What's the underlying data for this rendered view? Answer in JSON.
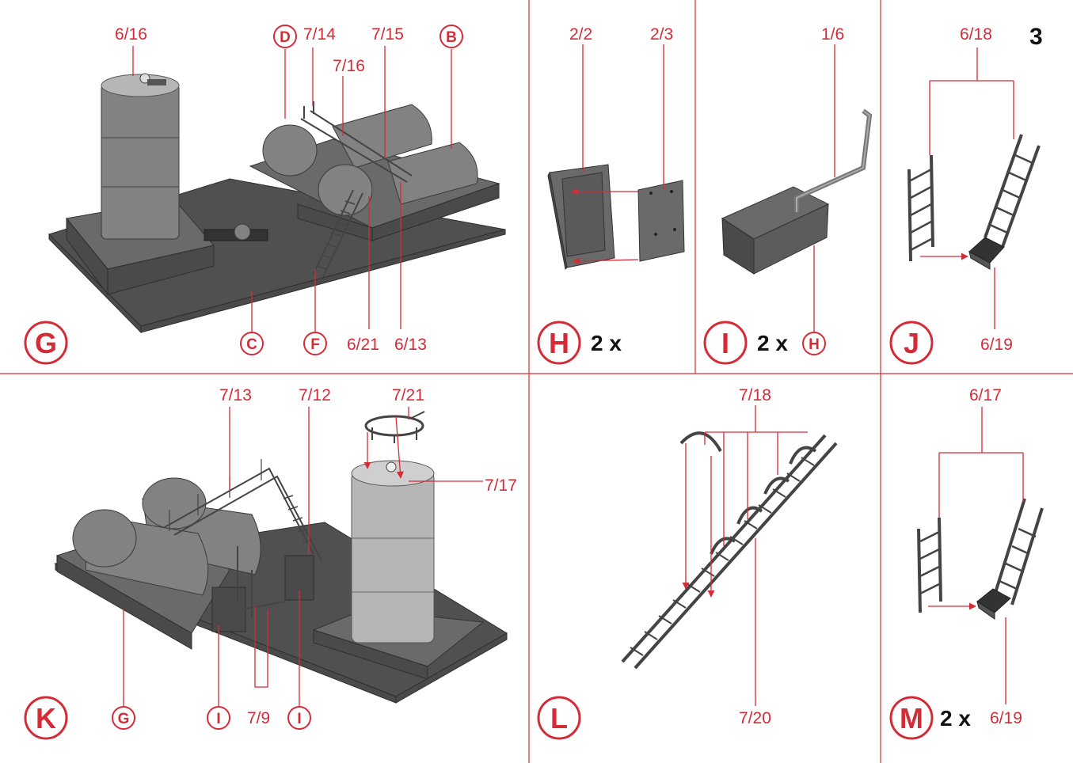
{
  "page_number": "3",
  "steps": {
    "G": {
      "letter": "G",
      "parts": [
        "6/16",
        "7/14",
        "7/15",
        "7/16",
        "6/21",
        "6/13"
      ],
      "refs": [
        "D",
        "B",
        "C",
        "F"
      ]
    },
    "H": {
      "letter": "H",
      "multiplier": "2 x",
      "parts": [
        "2/2",
        "2/3"
      ]
    },
    "I": {
      "letter": "I",
      "multiplier": "2 x",
      "parts": [
        "1/6"
      ],
      "refs": [
        "H"
      ]
    },
    "J": {
      "letter": "J",
      "parts": [
        "6/18",
        "6/19"
      ]
    },
    "K": {
      "letter": "K",
      "parts": [
        "7/13",
        "7/12",
        "7/21",
        "7/17",
        "7/9"
      ],
      "refs": [
        "G",
        "I",
        "I"
      ]
    },
    "L": {
      "letter": "L",
      "parts": [
        "7/18",
        "7/20"
      ]
    },
    "M": {
      "letter": "M",
      "multiplier": "2 x",
      "parts": [
        "6/17",
        "6/19"
      ]
    }
  },
  "colors": {
    "accent": "#d42c37",
    "text": "#111111",
    "model": "#6e6e6e"
  }
}
